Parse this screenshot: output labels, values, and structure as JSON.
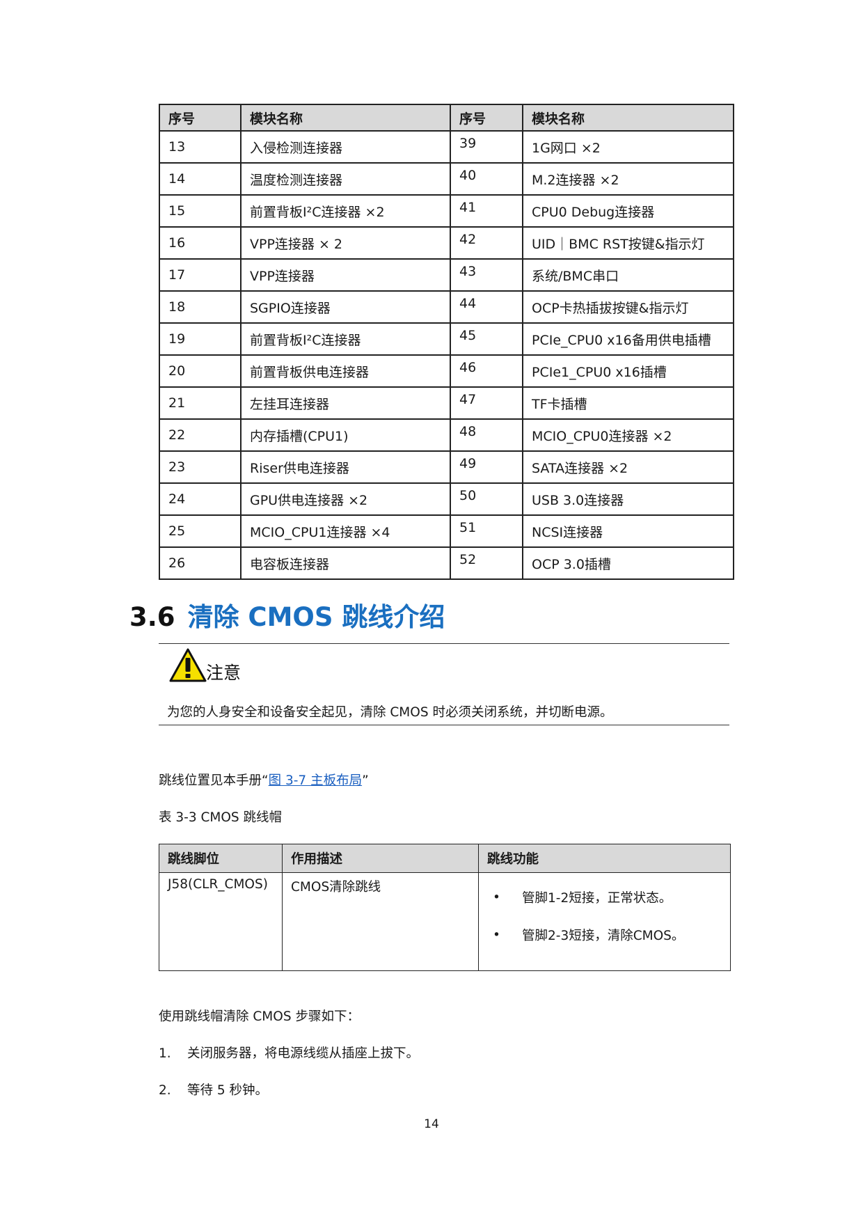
{
  "module_table": {
    "headers": [
      "序号",
      "模块名称",
      "序号",
      "模块名称"
    ],
    "rows": [
      {
        "left_no": "13",
        "left_name": "入侵检测连接器",
        "right_no": "39",
        "right_name": "1G网口 ×2"
      },
      {
        "left_no": "14",
        "left_name": "温度检测连接器",
        "right_no": "40",
        "right_name": "M.2连接器 ×2"
      },
      {
        "left_no": "15",
        "left_name": "前置背板I²C连接器 ×2",
        "right_no": "41",
        "right_name": "CPU0 Debug连接器"
      },
      {
        "left_no": "16",
        "left_name": "VPP连接器 × 2",
        "right_no": "42",
        "right_name": "UID｜BMC RST按键&指示灯"
      },
      {
        "left_no": "17",
        "left_name": "VPP连接器",
        "right_no": "43",
        "right_name": "系统/BMC串口"
      },
      {
        "left_no": "18",
        "left_name": "SGPIO连接器",
        "right_no": "44",
        "right_name": "OCP卡热插拔按键&指示灯"
      },
      {
        "left_no": "19",
        "left_name": "前置背板I²C连接器",
        "right_no": "45",
        "right_name": "PCIe_CPU0 x16备用供电插槽"
      },
      {
        "left_no": "20",
        "left_name": "前置背板供电连接器",
        "right_no": "46",
        "right_name": "PCIe1_CPU0 x16插槽"
      },
      {
        "left_no": "21",
        "left_name": "左挂耳连接器",
        "right_no": "47",
        "right_name": "TF卡插槽"
      },
      {
        "left_no": "22",
        "left_name": "内存插槽(CPU1)",
        "right_no": "48",
        "right_name": "MCIO_CPU0连接器 ×2"
      },
      {
        "left_no": "23",
        "left_name": "Riser供电连接器",
        "right_no": "49",
        "right_name": "SATA连接器 ×2"
      },
      {
        "left_no": "24",
        "left_name": "GPU供电连接器 ×2",
        "right_no": "50",
        "right_name": "USB 3.0连接器"
      },
      {
        "left_no": "25",
        "left_name": "MCIO_CPU1连接器 ×4",
        "right_no": "51",
        "right_name": "NCSI连接器"
      },
      {
        "left_no": "26",
        "left_name": "电容板连接器",
        "right_no": "52",
        "right_name": "OCP 3.0插槽"
      }
    ]
  },
  "section": {
    "number": "3.6",
    "title": "清除 CMOS 跳线介绍"
  },
  "caution": {
    "icon": "warning-triangle-icon",
    "label": "注意",
    "text": "为您的人身安全和设备安全起见，清除 CMOS 时必须关闭系统，并切断电源。"
  },
  "jumper_reference": {
    "prefix": "跳线位置见本手册“",
    "link_text": "图 3-7 主板布局",
    "suffix": "”"
  },
  "table_caption": "表 3-3 CMOS 跳线帽",
  "jumper_table": {
    "headers": [
      "跳线脚位",
      "作用描述",
      "跳线功能"
    ],
    "row": {
      "pin": "J58(CLR_CMOS)",
      "description": "CMOS清除跳线",
      "bullet": "•",
      "functions": [
        "管脚1-2短接，正常状态。",
        "管脚2-3短接，清除CMOS。"
      ]
    }
  },
  "steps_intro": "使用跳线帽清除 CMOS 步骤如下：",
  "steps": [
    {
      "number": "1.",
      "text": "关闭服务器，将电源线缆从插座上拔下。"
    },
    {
      "number": "2.",
      "text": "等待 5 秒钟。"
    }
  ],
  "page_number": "14",
  "colors": {
    "heading_blue": "#1a6fc0",
    "link_blue": "#1a5fc0",
    "header_gray": "#d9d9d9",
    "warning_yellow": "#f5e000"
  }
}
